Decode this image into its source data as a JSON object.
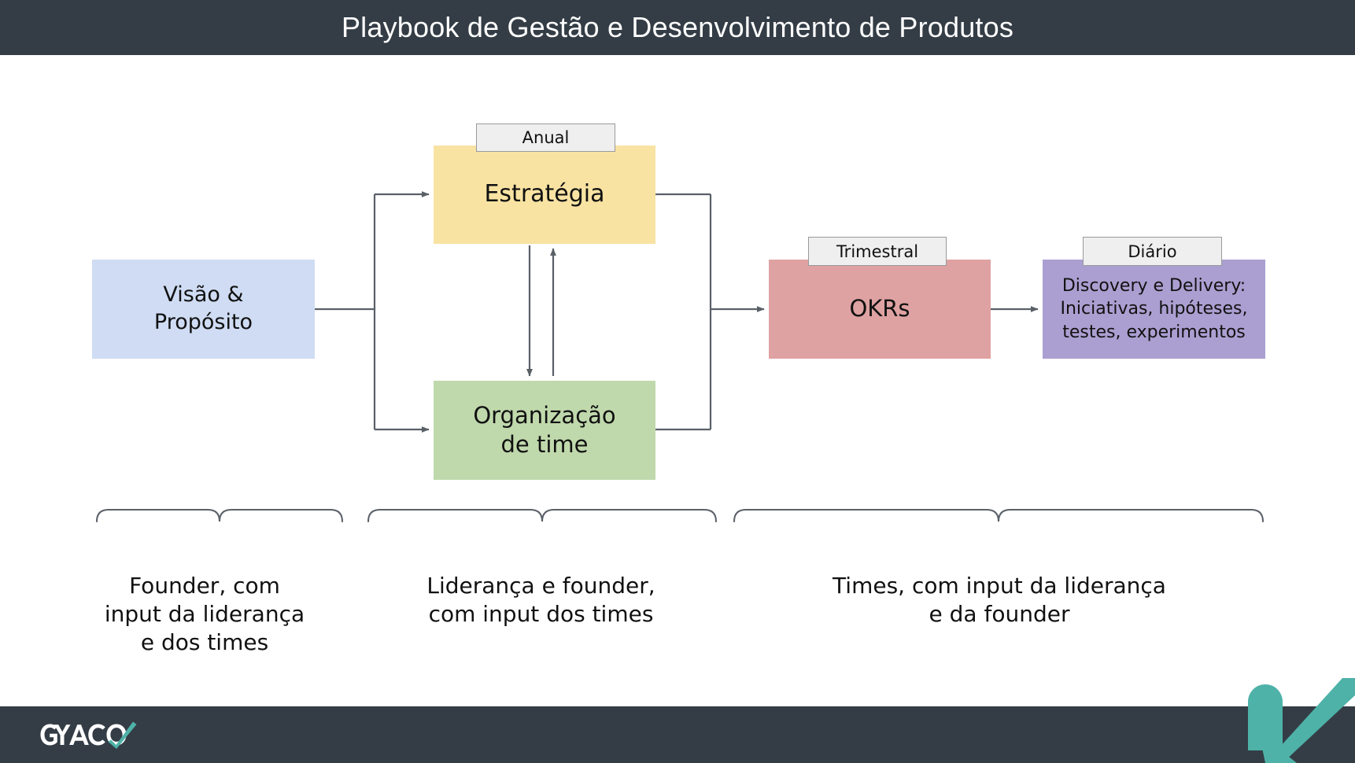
{
  "header": {
    "title": "Playbook de Gestão e Desenvolvimento de Produtos"
  },
  "colors": {
    "header_bg": "#343d46",
    "footer_bg": "#343d46",
    "vision": "#cfdcf3",
    "strategy": "#f8e3a3",
    "organization": "#c0d9ac",
    "okrs": "#dfa2a2",
    "discovery": "#ab9fd1",
    "badge_bg": "#efefef",
    "badge_border": "#9a9a9a",
    "connector": "#5a6068",
    "brand_teal": "#4eb2a8"
  },
  "diagram": {
    "nodes": [
      {
        "id": "vision",
        "label": "Visão &\nPropósito",
        "cadence": null
      },
      {
        "id": "strategy",
        "label": "Estratégia",
        "cadence": "Anual"
      },
      {
        "id": "organization",
        "label": "Organização\nde time",
        "cadence": null
      },
      {
        "id": "okrs",
        "label": "OKRs",
        "cadence": "Trimestral"
      },
      {
        "id": "discovery",
        "label": "Discovery e Delivery:\nIniciativas, hipóteses,\ntestes, experimentos",
        "cadence": "Diário"
      }
    ],
    "node_labels": {
      "vision_line1": "Visão &",
      "vision_line2": "Propósito",
      "strategy": "Estratégia",
      "organization_line1": "Organização",
      "organization_line2": "de time",
      "okrs": "OKRs",
      "discovery_line1": "Discovery e Delivery:",
      "discovery_line2": "Iniciativas, hipóteses,",
      "discovery_line3": "testes, experimentos"
    },
    "badges": {
      "strategy": "Anual",
      "okrs": "Trimestral",
      "discovery": "Diário"
    },
    "connections": [
      {
        "from": "vision",
        "to": "strategy",
        "direction": "one-way"
      },
      {
        "from": "vision",
        "to": "organization",
        "direction": "one-way"
      },
      {
        "from": "strategy",
        "to": "organization",
        "direction": "two-way"
      },
      {
        "from": "strategy",
        "to": "okrs",
        "direction": "one-way"
      },
      {
        "from": "organization",
        "to": "okrs",
        "direction": "one-way"
      },
      {
        "from": "okrs",
        "to": "discovery",
        "direction": "one-way"
      }
    ]
  },
  "groups": [
    {
      "id": "group-founder",
      "caption_line1": "Founder, com",
      "caption_line2": "input da liderança",
      "caption_line3": "e dos times"
    },
    {
      "id": "group-leadership",
      "caption_line1": "Liderança e founder,",
      "caption_line2": "com input dos times",
      "caption_line3": ""
    },
    {
      "id": "group-teams",
      "caption_line1": "Times, com input da liderança",
      "caption_line2": "e da founder",
      "caption_line3": ""
    }
  ],
  "footer": {
    "brand": "GYACO"
  }
}
